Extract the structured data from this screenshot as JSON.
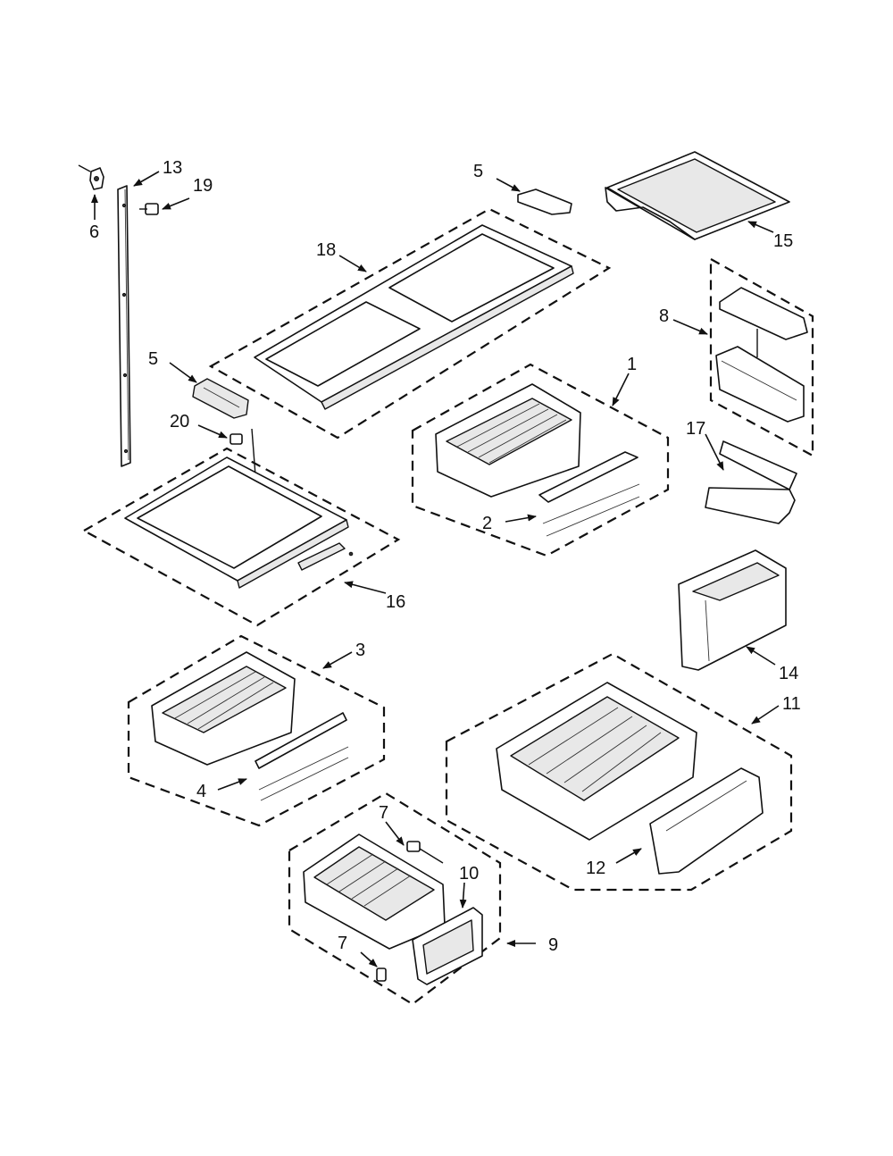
{
  "callouts": {
    "c1": "1",
    "c2": "2",
    "c3": "3",
    "c4": "4",
    "c5a": "5",
    "c5b": "5",
    "c6": "6",
    "c7a": "7",
    "c7b": "7",
    "c8": "8",
    "c9": "9",
    "c10": "10",
    "c11": "11",
    "c12": "12",
    "c13": "13",
    "c14": "14",
    "c15": "15",
    "c16": "16",
    "c17": "17",
    "c18": "18",
    "c19": "19",
    "c20": "20"
  },
  "colors": {
    "line": "#111111",
    "background": "#ffffff"
  }
}
